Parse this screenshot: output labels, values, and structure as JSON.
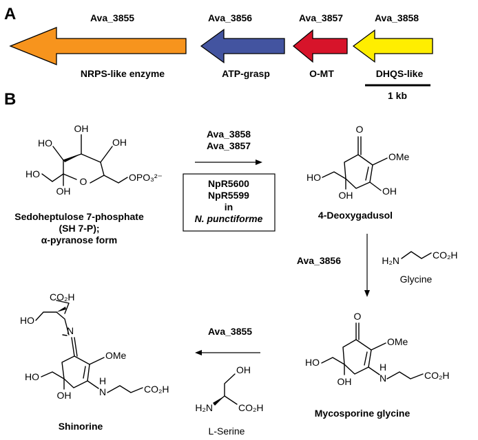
{
  "panels": {
    "a": "A",
    "b": "B"
  },
  "genes": [
    {
      "id": "Ava_3855",
      "label": "NRPS-like enzyme",
      "color": "#f7941d"
    },
    {
      "id": "Ava_3856",
      "label": "ATP-grasp",
      "color": "#4354a0"
    },
    {
      "id": "Ava_3857",
      "label": "O-MT",
      "color": "#d7142a"
    },
    {
      "id": "Ava_3858",
      "label": "DHQS-like",
      "color": "#ffee00"
    }
  ],
  "scale_bar": "1 kb",
  "compounds": {
    "sh7p": {
      "name_lines": [
        "Sedoheptulose 7-phosphate",
        "(SH 7-P);",
        "α-pyranose form"
      ],
      "atoms": {
        "oh_top": "OH",
        "oh_left": "HO",
        "oh_right": "OH",
        "ho_ch2": "HO",
        "ring_o": "O",
        "oh_anomeric": "OH",
        "phosphate": "OPO₃²⁻"
      }
    },
    "deoxygadusol": {
      "name": "4-Deoxygadusol",
      "atoms": {
        "oxo": "O",
        "ome": "OMe",
        "oh_right": "OH",
        "ho": "HO",
        "oh_bottom": "OH"
      }
    },
    "mycosporine_glycine": {
      "name": "Mycosporine glycine",
      "atoms": {
        "oxo": "O",
        "ome": "OMe",
        "ho": "HO",
        "oh_bottom": "OH",
        "nh": "H",
        "n": "N",
        "co2h": "CO₂H"
      }
    },
    "shinorine": {
      "name": "Shinorine",
      "atoms": {
        "co2h_top": "CO₂H",
        "ho_top": "HO",
        "n_imine": "N",
        "ome": "OMe",
        "ho": "HO",
        "oh_bottom": "OH",
        "nh": "H",
        "n": "N",
        "co2h": "CO₂H"
      }
    },
    "glycine": {
      "name": "Glycine",
      "atoms": {
        "h2n": "H₂N",
        "co2h": "CO₂H"
      }
    },
    "serine": {
      "name": "L-Serine",
      "atoms": {
        "oh": "OH",
        "h2n": "H₂N",
        "co2h": "CO₂H"
      }
    }
  },
  "steps": {
    "step1": {
      "enzymes": [
        "Ava_3858",
        "Ava_3857"
      ],
      "box_lines": [
        "NpR5600",
        "NpR5599",
        "in",
        "N. punctiforme"
      ]
    },
    "step2": {
      "enzyme": "Ava_3856"
    },
    "step3": {
      "enzyme": "Ava_3855"
    }
  }
}
